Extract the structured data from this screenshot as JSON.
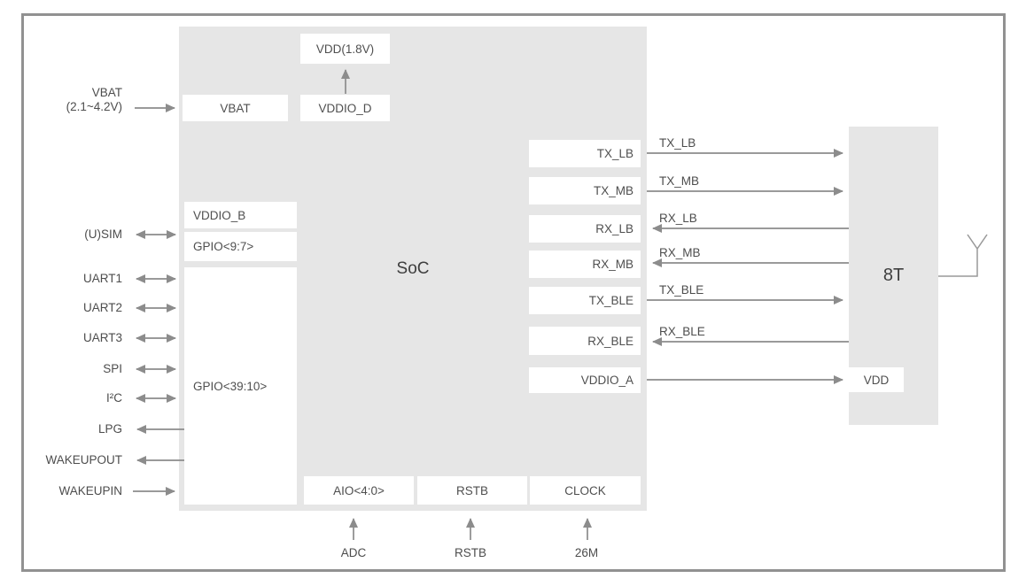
{
  "soc": {
    "label": "SoC"
  },
  "rf": {
    "label": "8T",
    "vdd_pin": "VDD"
  },
  "power_top": {
    "vdd18": "VDD(1.8V)",
    "vbat_pin": "VBAT",
    "vddio_d_pin": "VDDIO_D",
    "vbat_source_line1": "VBAT",
    "vbat_source_line2": "(2.1~4.2V)"
  },
  "left_pins": {
    "vddio_b": "VDDIO_B",
    "gpio_9_7": "GPIO<9:7>",
    "gpio_39_10": "GPIO<39:10>"
  },
  "left_ports": [
    {
      "label": "(U)SIM",
      "direction": "bidirectional"
    },
    {
      "label": "UART1",
      "direction": "bidirectional"
    },
    {
      "label": "UART2",
      "direction": "bidirectional"
    },
    {
      "label": "UART3",
      "direction": "bidirectional"
    },
    {
      "label": "SPI",
      "direction": "bidirectional"
    },
    {
      "label": "I²C",
      "direction": "bidirectional"
    },
    {
      "label": "LPG",
      "direction": "out"
    },
    {
      "label": "WAKEUPOUT",
      "direction": "out"
    },
    {
      "label": "WAKEUPIN",
      "direction": "in"
    }
  ],
  "rf_interface": {
    "pins": [
      {
        "pin": "TX_LB",
        "signal": "TX_LB",
        "direction": "to-rf"
      },
      {
        "pin": "TX_MB",
        "signal": "TX_MB",
        "direction": "to-rf"
      },
      {
        "pin": "RX_LB",
        "signal": "RX_LB",
        "direction": "from-rf"
      },
      {
        "pin": "RX_MB",
        "signal": "RX_MB",
        "direction": "from-rf"
      },
      {
        "pin": "TX_BLE",
        "signal": "TX_BLE",
        "direction": "to-rf"
      },
      {
        "pin": "RX_BLE",
        "signal": "RX_BLE",
        "direction": "from-rf"
      },
      {
        "pin": "VDDIO_A",
        "signal": "",
        "direction": "to-rf"
      }
    ]
  },
  "bottom": {
    "pins": [
      "AIO<4:0>",
      "RSTB",
      "CLOCK"
    ],
    "sources": [
      "ADC",
      "RSTB",
      "26M"
    ]
  },
  "colors": {
    "block_fill": "#e6e6e6",
    "box_fill": "#ffffff",
    "wire": "#8c8c8c",
    "text": "#4d4d4d",
    "frame_border": "#919191"
  }
}
